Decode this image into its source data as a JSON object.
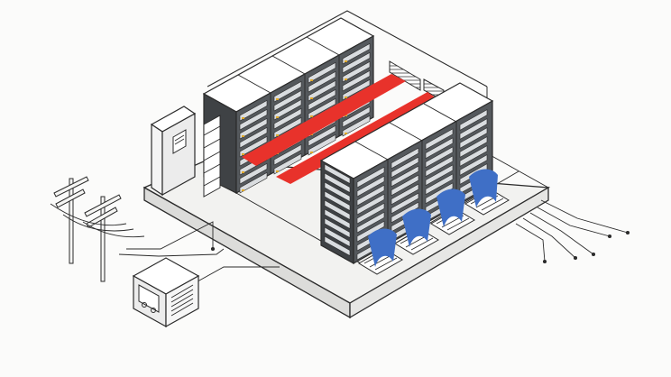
{
  "diagram": {
    "kind": "isometric-data-center-illustration",
    "colors": {
      "background": "#fbfbfa",
      "platform_top": "#f2f2f0",
      "platform_side": "#dcdcda",
      "rack_front": "#55595d",
      "rack_side": "#3f4245",
      "rack_top": "#ffffff",
      "server_unit": "#d9dcdf",
      "led": "#e0a92a",
      "hot_aisle": "#e8322b",
      "cold_air": "#3f6fc6",
      "outline": "#2b2b2b"
    },
    "components": {
      "back_rack_row": {
        "racks": 4
      },
      "front_rack_row": {
        "racks": 4
      },
      "hot_aisle_strips": 2,
      "cold_air_vents": 4,
      "wall_vents": 2,
      "utility_poles": 2,
      "generator_unit": 1,
      "cooling_cabinet": 1,
      "network_cables": 5
    }
  }
}
